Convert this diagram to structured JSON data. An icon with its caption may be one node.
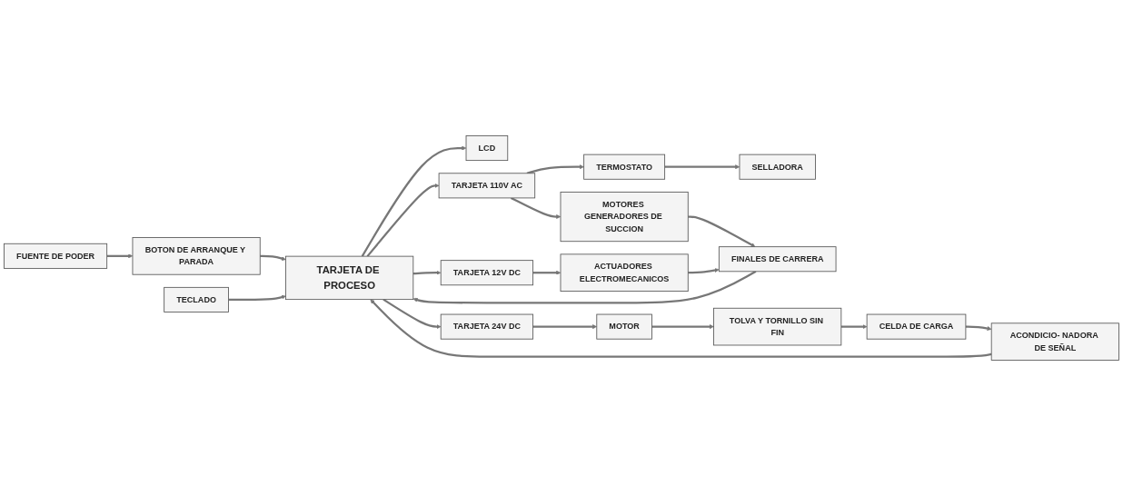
{
  "diagram": {
    "nodes": [
      {
        "text": [
          "FUENTE DE PODER"
        ]
      },
      {
        "text": [
          "BOTON DE ARRANQUE Y PARADA"
        ]
      },
      {
        "text": [
          "TERMOSTATO"
        ]
      },
      {
        "text": [
          "SELLADORA"
        ]
      },
      {
        "text": [
          "LCD"
        ]
      },
      {
        "text": [
          "TARJETA 110V AC"
        ]
      },
      {
        "text": [
          "MOTORES GENERADORES DE SUCCION"
        ]
      },
      {
        "text": [
          "TECLADO"
        ]
      },
      {
        "text": [
          "TARJETA DE PROCESO"
        ]
      },
      {
        "text": [
          "FINALES DE CARRERA"
        ]
      },
      {
        "text": [
          "CELDA DE CARGA"
        ]
      },
      {
        "text": [
          "ACONDICIO- NADORA DE SEÑAL"
        ]
      },
      {
        "text": [
          "TARJETA 12V DC"
        ]
      },
      {
        "text": [
          "ACTUADORES ELECTROMECANICOS"
        ]
      },
      {
        "text": [
          "TOLVA Y TORNILLO SIN FIN"
        ]
      },
      {
        "text": [
          "MOTOR"
        ]
      },
      {
        "text": [
          "TARJETA 24V DC"
        ]
      }
    ],
    "edges": [
      {
        "from": 0,
        "to": 1,
        "arrow": "to"
      },
      {
        "from": 1,
        "to": 8,
        "arrow": "to"
      },
      {
        "from": 8,
        "to": 4,
        "arrow": "to"
      },
      {
        "from": 7,
        "to": 8,
        "arrow": "to"
      },
      {
        "from": 10,
        "to": 11,
        "arrow": "to"
      },
      {
        "from": 11,
        "to": 8,
        "arrow": "to"
      },
      {
        "from": 14,
        "to": 10,
        "arrow": "to"
      },
      {
        "from": 8,
        "to": 16,
        "arrow": "to"
      },
      {
        "from": 16,
        "to": 15,
        "arrow": "to"
      },
      {
        "from": 15,
        "to": 14,
        "arrow": "to"
      },
      {
        "from": 8,
        "to": 5,
        "arrow": "to"
      },
      {
        "from": 5,
        "to": 2,
        "arrow": "to"
      },
      {
        "from": 2,
        "to": 3,
        "arrow": "to"
      },
      {
        "from": 5,
        "to": 6,
        "arrow": "to"
      },
      {
        "from": 6,
        "to": 9,
        "arrow": "to"
      },
      {
        "from": 9,
        "to": 8,
        "arrow": "to"
      },
      {
        "from": 8,
        "to": 12,
        "arrow": "to"
      },
      {
        "from": 12,
        "to": 13,
        "arrow": "to"
      },
      {
        "from": 13,
        "to": 9,
        "arrow": "to"
      }
    ]
  }
}
